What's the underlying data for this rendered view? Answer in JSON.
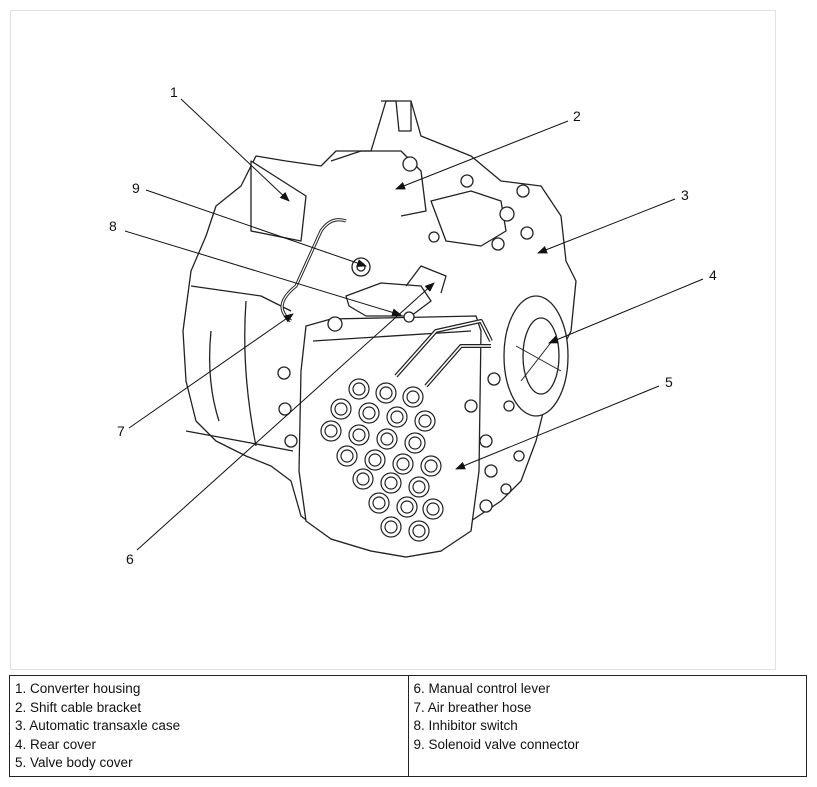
{
  "callouts": [
    "1",
    "2",
    "3",
    "4",
    "5",
    "6",
    "7",
    "8",
    "9"
  ],
  "legend": {
    "left": [
      "1. Converter housing",
      "2. Shift cable bracket",
      "3. Automatic transaxle case",
      "4. Rear cover",
      "5. Valve body cover"
    ],
    "right": [
      "6. Manual control lever",
      "7. Air breather hose",
      "8. Inhibitor switch",
      "9. Solenoid valve connector"
    ]
  }
}
